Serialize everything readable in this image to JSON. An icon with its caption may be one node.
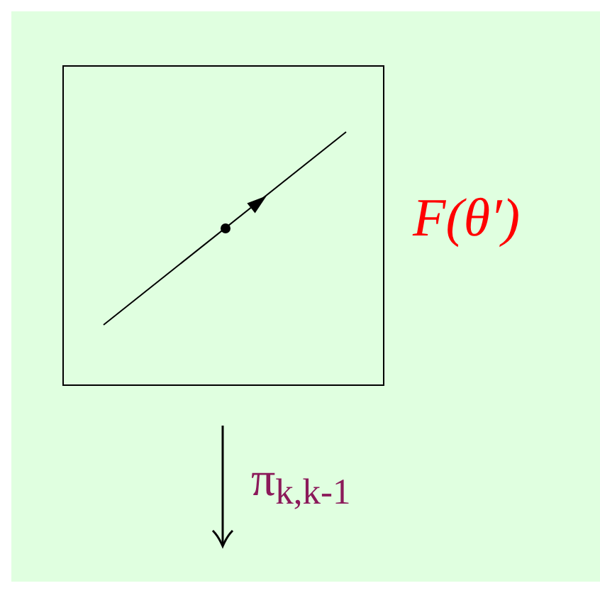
{
  "diagram": {
    "nodes": [
      {
        "text": [],
        "shape": "box",
        "beside": [
          "F(θ′)"
        ]
      }
    ],
    "labels": [
      "π$_{k,k-1}$"
    ]
  }
}
